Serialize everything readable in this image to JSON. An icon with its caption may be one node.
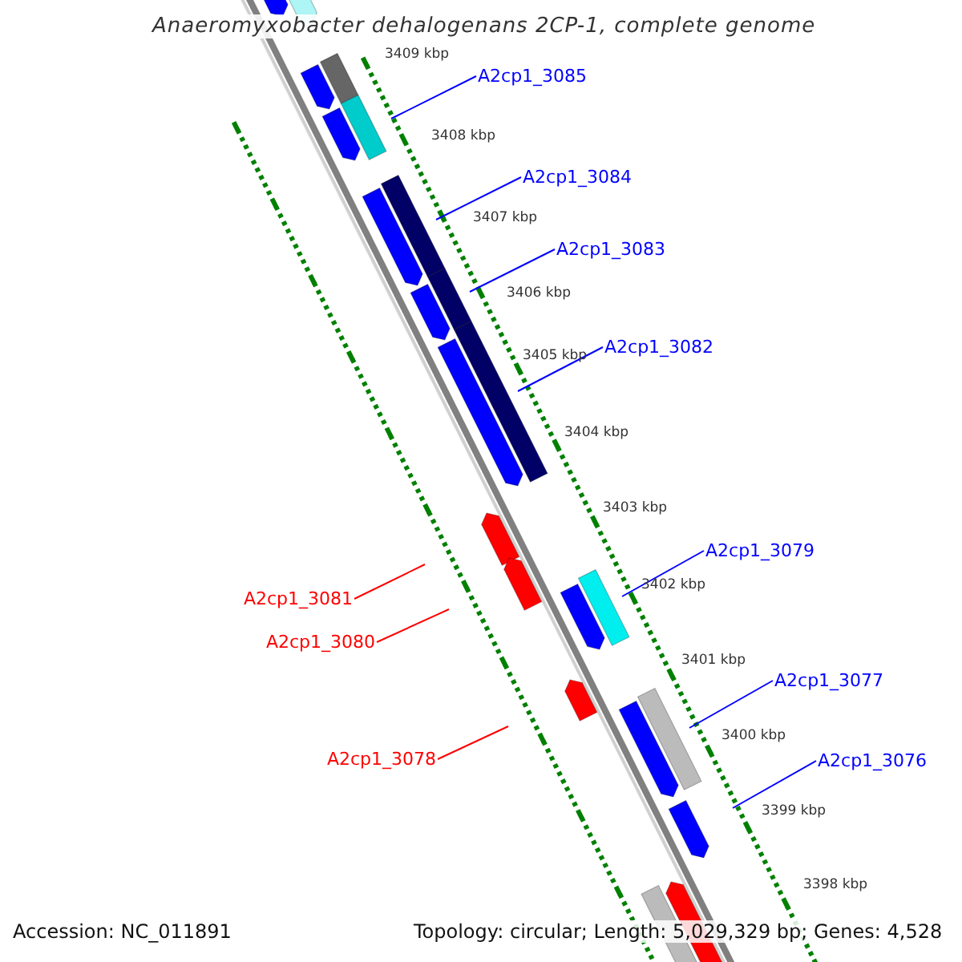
{
  "diagram": {
    "title": "Anaeromyxobacter dehalogenans 2CP-1, complete genome",
    "nodes": [
      {
        "text": [
          "A2cp1_3085"
        ]
      },
      {
        "text": [
          "A2cp1_3084"
        ]
      },
      {
        "text": [
          "A2cp1_3083"
        ]
      },
      {
        "text": [
          "A2cp1_3082"
        ]
      },
      {
        "text": [
          "A2cp1_3081"
        ]
      },
      {
        "text": [
          "A2cp1_3079"
        ]
      },
      {
        "text": [
          "A2cp1_3080"
        ]
      },
      {
        "text": [
          "A2cp1_3077"
        ]
      },
      {
        "text": [
          "A2cp1_3078"
        ]
      },
      {
        "text": [
          "A2cp1_3076"
        ]
      }
    ],
    "edges": [
      {
        "from": 0,
        "to": null,
        "arrow": "none"
      },
      {
        "from": 1,
        "to": null,
        "arrow": "none"
      },
      {
        "from": 2,
        "to": null,
        "arrow": "none"
      },
      {
        "from": 3,
        "to": null,
        "arrow": "none"
      },
      {
        "from": 4,
        "to": null,
        "arrow": "none",
        "color": "#ff0000"
      },
      {
        "from": 5,
        "to": null,
        "arrow": "none"
      },
      {
        "from": 6,
        "to": null,
        "arrow": "none",
        "color": "#ff0000"
      },
      {
        "from": 7,
        "to": null,
        "arrow": "none"
      },
      {
        "from": 8,
        "to": null,
        "arrow": "none",
        "color": "#ff0000"
      },
      {
        "from": 9,
        "to": null,
        "arrow": "none"
      }
    ],
    "labels": [
      "3409 kbp",
      "3408 kbp",
      "3407 kbp",
      "3406 kbp",
      "3405 kbp",
      "3404 kbp",
      "3403 kbp",
      "3402 kbp",
      "3401 kbp",
      "3400 kbp",
      "3399 kbp",
      "3398 kbp",
      "Accession: NC_011891",
      "Topology: circular; Length: 5,029,329 bp; Genes: 4,528"
    ]
  }
}
